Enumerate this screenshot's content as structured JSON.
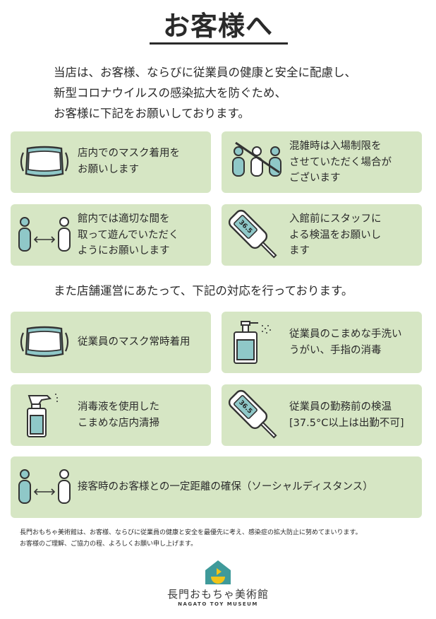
{
  "title": "お客様へ",
  "intro": [
    "当店は、お客様、ならびに従業員の健康と安全に配慮し、",
    "新型コロナウイルスの感染拡大を防ぐため、",
    "お客様に下記をお願いしております。"
  ],
  "customer_requests": [
    {
      "icon": "mask-icon",
      "lines": [
        "店内でのマスク着用を",
        "お願いします"
      ]
    },
    {
      "icon": "crowd-limit-icon",
      "lines": [
        "混雑時は入場制限を",
        "させていただく場合が",
        "ございます"
      ]
    },
    {
      "icon": "distance-icon",
      "lines": [
        "館内では適切な間を",
        "取って遊んでいただく",
        "ようにお願いします"
      ]
    },
    {
      "icon": "thermometer-icon",
      "thermometer_reading": "36.5",
      "lines": [
        "入館前にスタッフに",
        "よる検温をお願いし",
        "ます"
      ]
    }
  ],
  "section2": "また店舗運営にあたって、下記の対応を行っております。",
  "store_measures": [
    {
      "icon": "mask-icon",
      "lines": [
        "従業員のマスク常時着用"
      ]
    },
    {
      "icon": "sanitizer-pump-icon",
      "lines": [
        "従業員のこまめな手洗い",
        "うがい、手指の消毒"
      ]
    },
    {
      "icon": "spray-bottle-icon",
      "lines": [
        "消毒液を使用した",
        "こまめな店内清掃"
      ]
    },
    {
      "icon": "thermometer-icon",
      "thermometer_reading": "36.5",
      "lines": [
        "従業員の勤務前の検温",
        "[37.5°C以上は出勤不可]"
      ]
    },
    {
      "icon": "distance-icon",
      "lines": [
        "接客時のお客様との一定距離の確保（ソーシャルディスタンス）"
      ]
    }
  ],
  "footer": [
    "長門おもちゃ美術館は、お客様、ならびに従業員の健康と安全を最優先に考え、感染症の拡大防止に努めてまいります。",
    "お客様のご理解、ご協力の程、よろしくお願い申し上げます。"
  ],
  "logo": {
    "name_jp": "長門おもちゃ美術館",
    "name_en": "NAGATO TOY MUSEUM"
  },
  "colors": {
    "card_bg": "#d6e6c4",
    "icon_teal": "#8fc8c8",
    "logo_teal": "#3f9a9a",
    "logo_yellow": "#f0c419",
    "text": "#2a2a2a"
  }
}
